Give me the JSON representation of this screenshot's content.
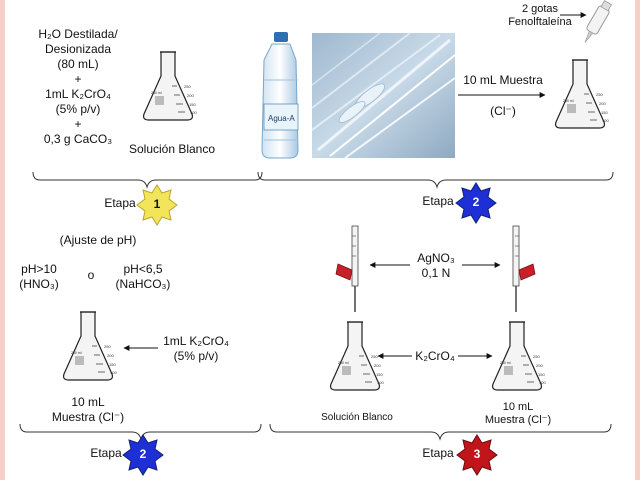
{
  "stage1": {
    "water_line1": "H₂O Destilada/",
    "water_line2": "Desionizada",
    "water_line3": "(80 mL)",
    "plus1": "+",
    "chromate_line1": "1mL K₂CrO₄",
    "chromate_line2": "(5% p/v)",
    "plus2": "+",
    "carbonate": "0,3 g CaCO₃",
    "flask_label": "Solución Blanco",
    "etapa_label": "Etapa",
    "etapa_number": "1"
  },
  "stage2_top": {
    "drops_line1": "2 gotas",
    "drops_line2": "Fenolftaleína",
    "bottle_label": "Agua-A",
    "sample_line1": "10 mL Muestra",
    "sample_line2": "(Cl⁻)",
    "etapa_label": "Etapa",
    "etapa_number": "2"
  },
  "stage2_bottom": {
    "ph_title": "(Ajuste de pH)",
    "ph_high_line1": "pH>10",
    "ph_high_line2": "(HNO₃)",
    "ph_or": "o",
    "ph_low_line1": "pH<6,5",
    "ph_low_line2": "(NaHCO₃)",
    "chromate_line1": "1mL K₂CrO₄",
    "chromate_line2": "(5% p/v)",
    "flask_line1": "10 mL",
    "flask_line2": "Muestra (Cl⁻)",
    "etapa_label": "Etapa",
    "etapa_number": "2"
  },
  "stage3": {
    "titrant_line1": "AgNO₃",
    "titrant_line2": "0,1 N",
    "indicator": "K₂CrO₄",
    "blank_label": "Solución Blanco",
    "sample_line1": "10 mL",
    "sample_line2": "Muestra (Cl⁻)",
    "etapa_label": "Etapa",
    "etapa_number": "3"
  },
  "colors": {
    "side_band": "#f6cfc6",
    "star_yellow": "#f2e55a",
    "star_blue": "#1f2fd6",
    "star_red": "#c0161b"
  },
  "icons": {
    "flask": "erlenmeyer-flask-icon",
    "bottle": "water-bottle-icon",
    "pipette": "pipette-icon",
    "burette": "burette-icon",
    "dropper": "dropper-bottle-icon",
    "star": "stage-star-icon"
  }
}
